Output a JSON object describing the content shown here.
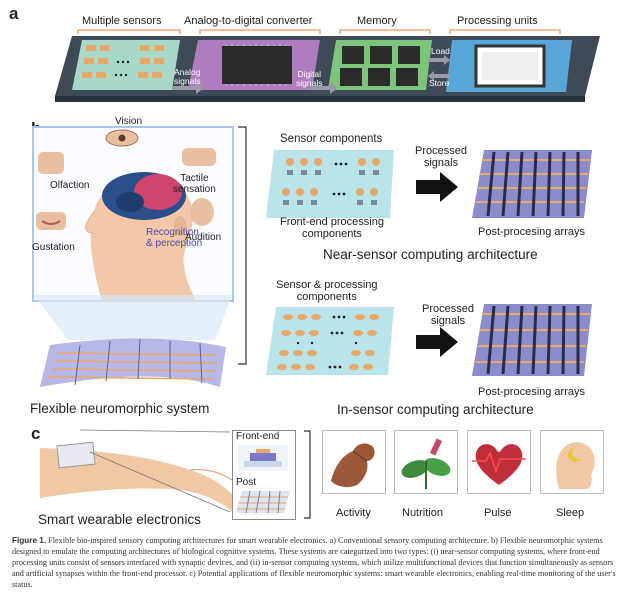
{
  "panel_a": {
    "letter": "a",
    "labels": {
      "sensors": "Multiple sensors",
      "adc": "Analog-to-digital converter",
      "memory": "Memory",
      "processing": "Processing units",
      "analog_signals": "Analog\nsignals",
      "digital_signals": "Digital\nsignals",
      "load": "Load",
      "store": "Store"
    }
  },
  "panel_b": {
    "letter": "b",
    "senses": {
      "vision": "Vision",
      "olfaction": "Olfaction",
      "tactile": "Tactile\nsensation",
      "gustation": "Gustation",
      "audition": "Audition",
      "recognition": "Recognition\n& perception"
    },
    "flexible_system": "Flexible neuromorphic system",
    "near": {
      "sensor_components": "Sensor components",
      "front_end": "Front-end processing\ncomponents",
      "processed": "Processed\nsignals",
      "post": "Post-procesing arrays",
      "title": "Near-sensor computing architecture"
    },
    "in": {
      "sensor_processing": "Sensor & processing\ncomponents",
      "processed": "Processed\nsignals",
      "post": "Post-procesing arrays",
      "title": "In-sensor computing architecture"
    }
  },
  "panel_c": {
    "letter": "c",
    "wearable": "Smart wearable electronics",
    "front_end": "Front-end",
    "post": "Post",
    "apps": [
      "Activity",
      "Nutrition",
      "Pulse",
      "Sleep"
    ]
  },
  "caption": {
    "figure": "Figure 1.",
    "text": " Flexible bio-inspired sensory computing architectures for smart wearable electronics. a) Conventional sensory computing architecture. b) Flexible neuromorphic systems designed to emulate the computing architectures of biological cognitive systems. These systems are categorized into two types: (i) near-sensor computing systems, where front-end processing units consist of sensors interfaced with synaptic devices, and (ii) in-sensor computing systems, which utilize multifunctional devices that function simultaneously as sensors and artificial synapses within the front-end processor. c) Potential applications of flexible neuromorphic systems: smart wearable electronics, enabling real-time monitoring of the user's status."
  },
  "colors": {
    "sensor_board": "#a8d8c8",
    "adc_board": "#b07cc0",
    "memory_board": "#7cc67c",
    "processing_board": "#5aa6d8",
    "base_dark": "#3e4a56",
    "electrode_orange": "#e8a868",
    "array_purple": "#8c8ccc",
    "arrow": "#111111"
  }
}
